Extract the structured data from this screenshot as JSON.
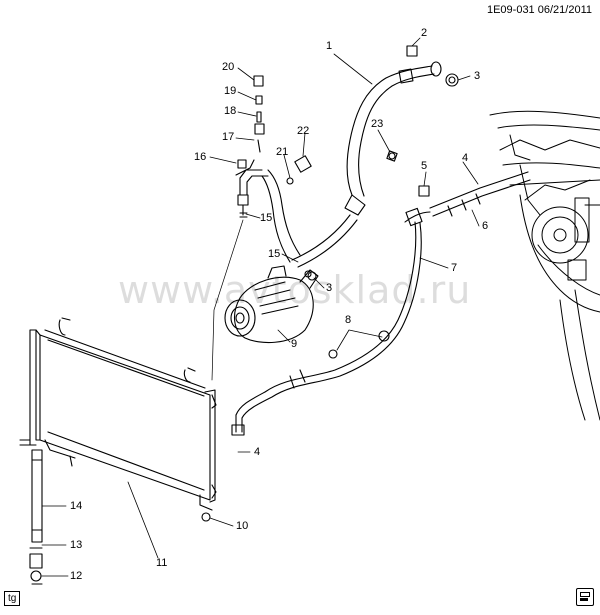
{
  "header": {
    "code": "1E09-031",
    "date": "06/21/2011"
  },
  "watermark": "www.avtosklad.ru",
  "corner_tag": "tg",
  "logo": "publisher-logo-icon",
  "callouts": [
    {
      "id": "c1",
      "label": "1"
    },
    {
      "id": "c2",
      "label": "2"
    },
    {
      "id": "c3a",
      "label": "3"
    },
    {
      "id": "c3b",
      "label": "3"
    },
    {
      "id": "c4a",
      "label": "4"
    },
    {
      "id": "c4b",
      "label": "4"
    },
    {
      "id": "c5",
      "label": "5"
    },
    {
      "id": "c6",
      "label": "6"
    },
    {
      "id": "c7",
      "label": "7"
    },
    {
      "id": "c8",
      "label": "8"
    },
    {
      "id": "c9",
      "label": "9"
    },
    {
      "id": "c10",
      "label": "10"
    },
    {
      "id": "c11",
      "label": "11"
    },
    {
      "id": "c12",
      "label": "12"
    },
    {
      "id": "c13",
      "label": "13"
    },
    {
      "id": "c14",
      "label": "14"
    },
    {
      "id": "c15a",
      "label": "15"
    },
    {
      "id": "c15b",
      "label": "15"
    },
    {
      "id": "c16",
      "label": "16"
    },
    {
      "id": "c17",
      "label": "17"
    },
    {
      "id": "c18",
      "label": "18"
    },
    {
      "id": "c19",
      "label": "19"
    },
    {
      "id": "c20",
      "label": "20"
    },
    {
      "id": "c21",
      "label": "21"
    },
    {
      "id": "c22",
      "label": "22"
    },
    {
      "id": "c23",
      "label": "23"
    }
  ]
}
